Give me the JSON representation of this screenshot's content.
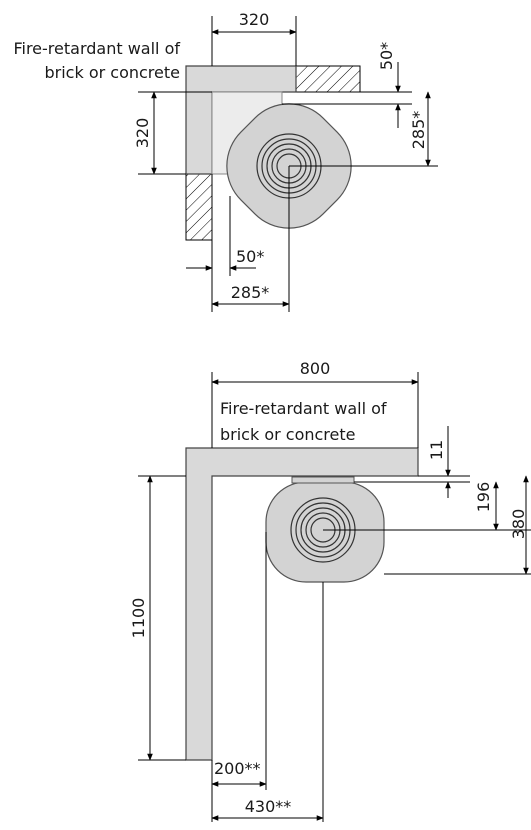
{
  "diagram_top": {
    "wall_label_line1": "Fire-retardant wall of",
    "wall_label_line2": "brick or concrete",
    "dim_top_width": "320",
    "dim_left_height": "320",
    "dim_right_gap": "50*",
    "dim_right_center": "285*",
    "dim_bottom_gap": "50*",
    "dim_bottom_center": "285*"
  },
  "diagram_bottom": {
    "wall_label_line1": "Fire-retardant wall of",
    "wall_label_line2": "brick or concrete",
    "dim_top_width": "800",
    "dim_wall_thickness": "11",
    "dim_stove_depth": "196",
    "dim_center_from_wall": "380",
    "dim_left_height": "1100",
    "dim_bottom_gap": "200**",
    "dim_bottom_center": "430**"
  }
}
